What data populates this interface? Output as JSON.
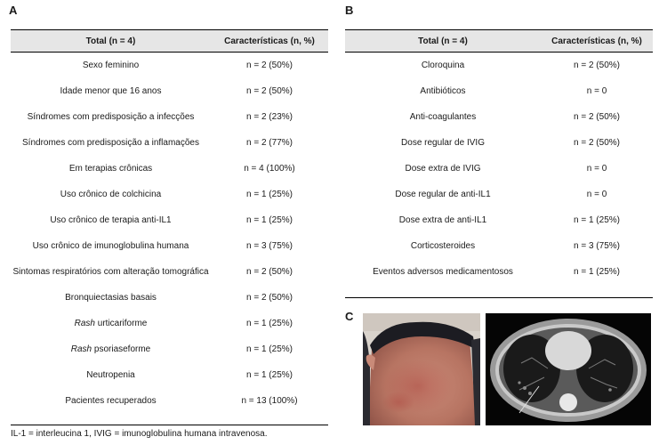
{
  "panels": {
    "a": "A",
    "b": "B",
    "c": "C"
  },
  "table_a": {
    "headers": [
      "Total (n = 4)",
      "Características (n, %)"
    ],
    "rows": [
      {
        "label": "Sexo feminino",
        "value": "n = 2 (50%)"
      },
      {
        "label": "Idade menor que 16 anos",
        "value": "n = 2 (50%)"
      },
      {
        "label": "Síndromes com predisposição a infecções",
        "value": "n = 2 (23%)"
      },
      {
        "label": "Síndromes com predisposição a inflamações",
        "value": "n = 2 (77%)"
      },
      {
        "label": "Em terapias crônicas",
        "value": "n = 4 (100%)"
      },
      {
        "label": "Uso crônico de colchicina",
        "value": "n = 1 (25%)"
      },
      {
        "label": "Uso crônico de terapia anti-IL1",
        "value": "n = 1 (25%)"
      },
      {
        "label": "Uso crônico de imunoglobulina humana",
        "value": "n = 3 (75%)"
      },
      {
        "label": "Sintomas respiratórios com alteração tomográfica",
        "value": "n = 2 (50%)"
      },
      {
        "label": "Bronquiectasias basais",
        "value": "n = 2 (50%)"
      },
      {
        "label_it": "Rash",
        "label": " urticariforme",
        "value": "n = 1 (25%)"
      },
      {
        "label_it": "Rash",
        "label": " psoriaseforme",
        "value": "n = 1 (25%)"
      },
      {
        "label": "Neutropenia",
        "value": "n = 1 (25%)"
      },
      {
        "label": "Pacientes recuperados",
        "value": "n = 13 (100%)"
      }
    ]
  },
  "table_b": {
    "headers": [
      "Total (n = 4)",
      "Características (n, %)"
    ],
    "rows": [
      {
        "label": "Cloroquina",
        "value": "n = 2 (50%)"
      },
      {
        "label": "Antibióticos",
        "value": "n = 0"
      },
      {
        "label": "Anti-coagulantes",
        "value": "n = 2 (50%)"
      },
      {
        "label": "Dose regular de IVIG",
        "value": "n = 2 (50%)"
      },
      {
        "label": "Dose extra de IVIG",
        "value": "n = 0"
      },
      {
        "label": "Dose regular de anti-IL1",
        "value": "n = 0"
      },
      {
        "label": "Dose extra de anti-IL1",
        "value": "n = 1 (25%)"
      },
      {
        "label": "Corticosteroides",
        "value": "n = 3 (75%)"
      },
      {
        "label": "Eventos adversos medicamentosos",
        "value": "n = 1 (25%)"
      }
    ]
  },
  "footnote": "IL-1 = interleucina 1, IVIG = imunoglobulina humana intravenosa."
}
